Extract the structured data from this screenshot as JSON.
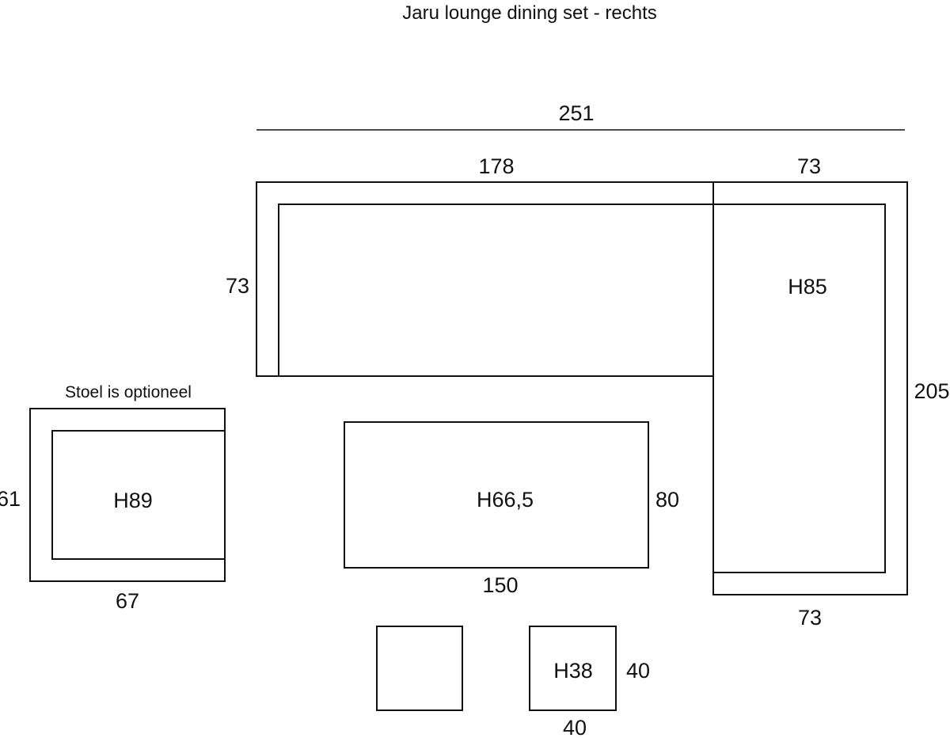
{
  "title": "Jaru lounge dining set - rechts",
  "note": "Stoel is optioneel",
  "dimensions": {
    "total_width": "251",
    "sofa_length": "178",
    "corner_width": "73",
    "sofa_depth": "73",
    "corner_depth_total": "205",
    "corner_bottom_width": "73",
    "chair_depth": "61",
    "chair_width": "67",
    "table_length": "150",
    "table_depth": "80",
    "stool_width": "40",
    "stool_depth": "40"
  },
  "heights": {
    "corner_height": "H85",
    "chair_height": "H89",
    "table_height": "H66,5",
    "stool_height": "H38"
  },
  "colors": {
    "line": "#111111",
    "background": "#ffffff"
  }
}
